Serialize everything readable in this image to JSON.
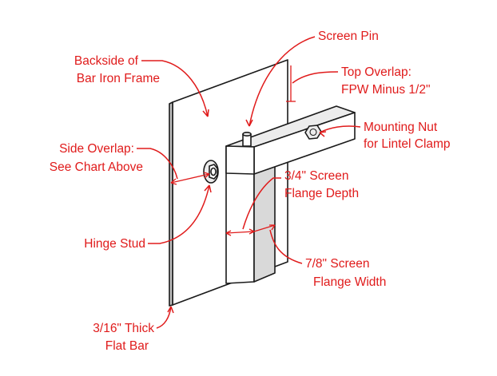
{
  "colors": {
    "annotation": "#e01b1b",
    "line": "#1a1a1a",
    "shade": "#d9d9d9"
  },
  "labels": {
    "screen_pin": "Screen Pin",
    "backside_1": "Backside of",
    "backside_2": "Bar Iron Frame",
    "top_overlap_1": "Top Overlap:",
    "top_overlap_2": "FPW Minus 1/2\"",
    "mounting_nut_1": "Mounting Nut",
    "mounting_nut_2": "for Lintel Clamp",
    "side_overlap_1": "Side Overlap:",
    "side_overlap_2": "See Chart Above",
    "flange_depth_1": "3/4\" Screen",
    "flange_depth_2": "Flange Depth",
    "hinge_stud": "Hinge Stud",
    "flange_width_1": "7/8\" Screen",
    "flange_width_2": "Flange Width",
    "thickness_1": "3/16\" Thick",
    "thickness_2": "Flat Bar"
  }
}
